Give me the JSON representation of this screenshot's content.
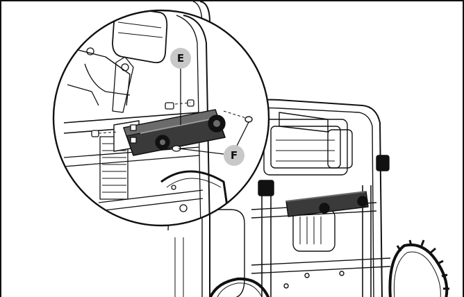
{
  "callouts": {
    "e": {
      "label": "E"
    },
    "f": {
      "label": "F"
    }
  },
  "colors": {
    "line": "#111111",
    "part": "#3a3a3a",
    "part_highlight": "#6b6b6b",
    "callout_fill": "#c8c8c8",
    "background": "#ffffff"
  },
  "icons": [
    "generator-illustration",
    "handle-bracket",
    "bolt",
    "nut",
    "wheel"
  ]
}
